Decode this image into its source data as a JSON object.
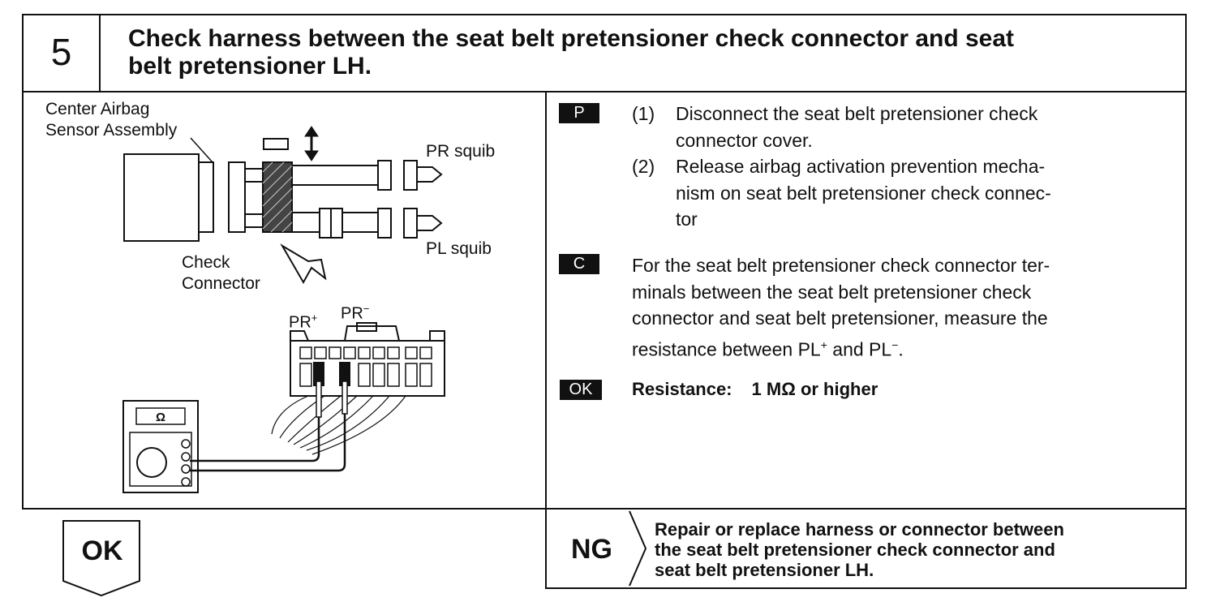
{
  "step": {
    "number": "5",
    "title_line1": "Check harness between the seat belt pretensioner check connector and seat",
    "title_line2": "belt pretensioner LH."
  },
  "diagram": {
    "sensor_label_1": "Center Airbag",
    "sensor_label_2": "Sensor Assembly",
    "pr_squib": "PR squib",
    "pl_squib": "PL squib",
    "check_label_1": "Check",
    "check_label_2": "Connector",
    "pr_plus": "PR",
    "pr_minus": "PR",
    "ohm_symbol": "Ω"
  },
  "procedure": {
    "p_badge": "P",
    "p1_num": "(1)",
    "p1_line1": "Disconnect the seat belt pretensioner check",
    "p1_line2": "connector cover.",
    "p2_num": "(2)",
    "p2_line1": "Release airbag activation prevention mecha-",
    "p2_line2": "nism on seat belt pretensioner check connec-",
    "p2_line3": "tor",
    "c_badge": "C",
    "c_line1": "For the seat belt pretensioner check connector ter-",
    "c_line2": "minals between the seat belt pretensioner check",
    "c_line3": "connector and seat belt pretensioner, measure the",
    "c_line4_pre": "resistance between PL",
    "c_line4_mid": " and PL",
    "c_line4_end": ".",
    "ok_badge": "OK",
    "resistance_label": "Resistance:",
    "resistance_value": "1 MΩ or higher"
  },
  "result": {
    "ok_label": "OK",
    "ng_label": "NG",
    "ng_line1": "Repair or replace harness or connector between",
    "ng_line2": "the seat belt pretensioner check connector and",
    "ng_line3": "seat belt pretensioner LH."
  }
}
